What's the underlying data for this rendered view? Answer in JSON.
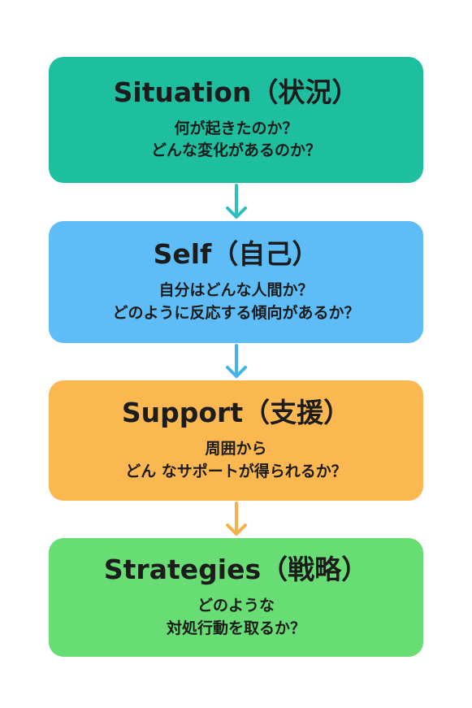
{
  "colors": {
    "situation": "#1dbf9f",
    "self": "#5ebdf7",
    "support": "#fbb750",
    "strategies": "#67dd74",
    "arrow_1": "#2bbfc2",
    "arrow_2": "#3fb4ea",
    "arrow_3": "#f6b04a"
  },
  "boxes": [
    {
      "title": "Situation（状況）",
      "lines": [
        "何が起きたのか？",
        "どんな変化があるのか？"
      ]
    },
    {
      "title": "Self（自己）",
      "lines": [
        "自分はどんな人間か？",
        "どのように反応する傾向があるか？"
      ]
    },
    {
      "title": "Support（支援）",
      "lines": [
        "周囲から",
        "どん なサポートが得られるか？"
      ]
    },
    {
      "title": "Strategies（戦略）",
      "lines": [
        "どのような",
        "対処行動を取るか？"
      ]
    }
  ]
}
